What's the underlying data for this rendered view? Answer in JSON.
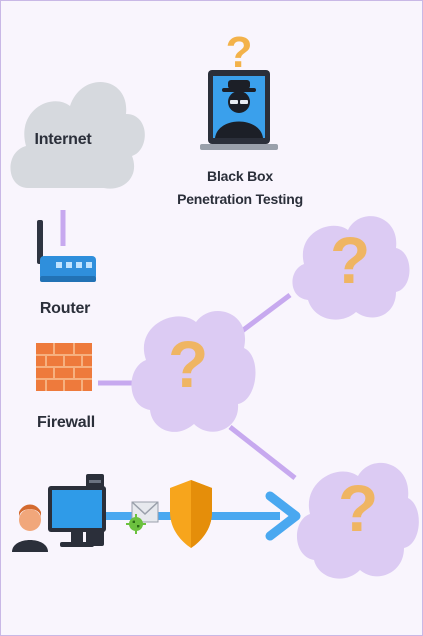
{
  "title_lines": [
    "Black Box",
    "Penetration Testing"
  ],
  "nodes": {
    "internet": "Internet",
    "router": "Router",
    "firewall": "Firewall"
  },
  "question_mark": "?",
  "colors": {
    "cloud_gray": "#d6d9de",
    "cloud_purple": "#dccbf3",
    "connector": "#c7a9ef",
    "arrow": "#4aa8f0",
    "firewall": "#ee7a3c",
    "shield": "#f7a51c",
    "monitor": "#2f9be8",
    "question": "#f3b24a"
  }
}
